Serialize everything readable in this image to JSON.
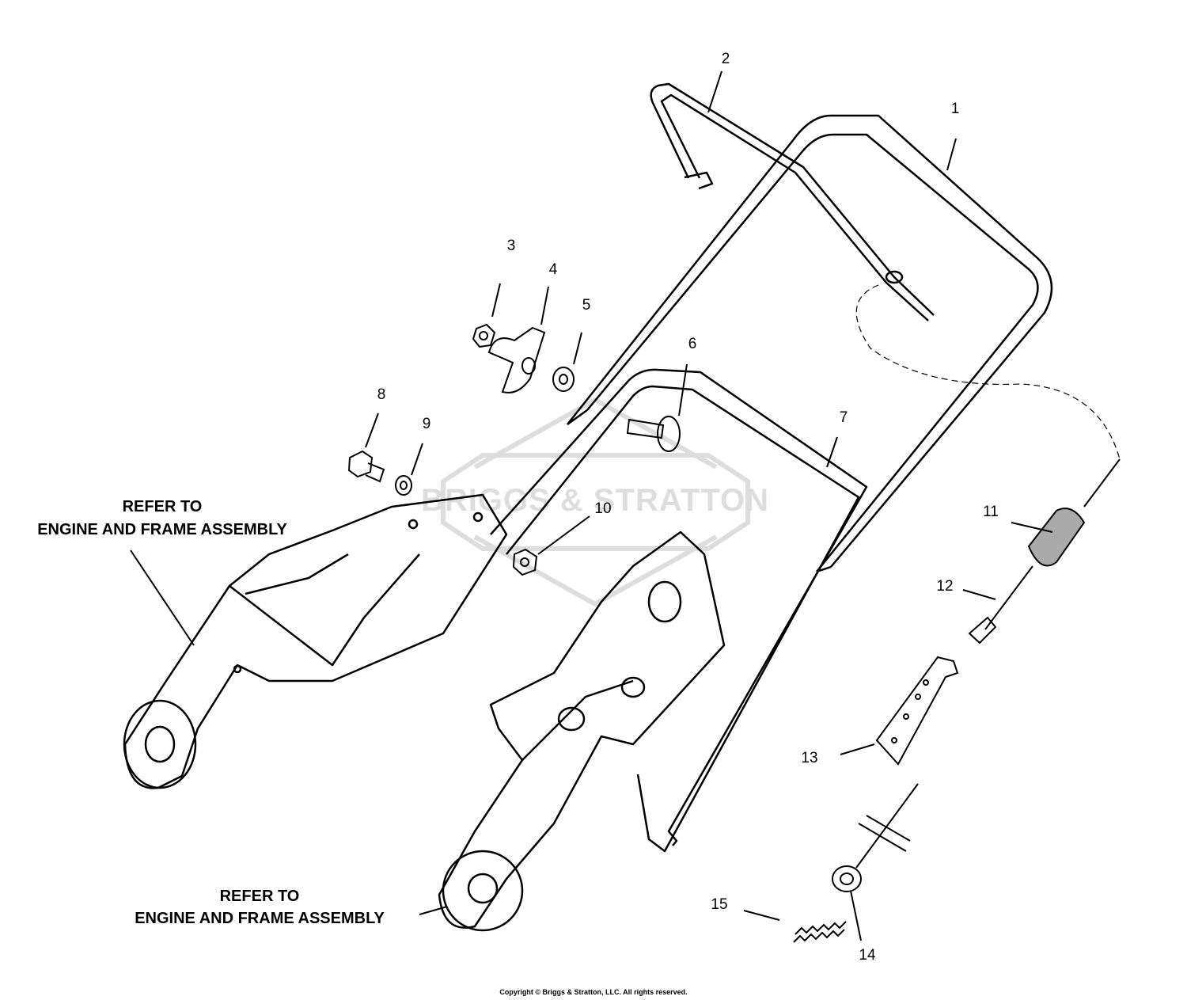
{
  "watermark": "BRIGGS & STRATTON",
  "callouts": {
    "c1": "1",
    "c2": "2",
    "c3": "3",
    "c4": "4",
    "c5": "5",
    "c6": "6",
    "c7": "7",
    "c8": "8",
    "c9": "9",
    "c10": "10",
    "c11": "11",
    "c12": "12",
    "c13": "13",
    "c14": "14",
    "c15": "15"
  },
  "notes": {
    "left_line1": "REFER TO",
    "left_line2": "ENGINE AND FRAME ASSEMBLY",
    "bottom_line1": "REFER TO",
    "bottom_line2": "ENGINE AND FRAME ASSEMBLY"
  },
  "copyright": "Copyright © Briggs & Stratton, LLC. All rights reserved."
}
